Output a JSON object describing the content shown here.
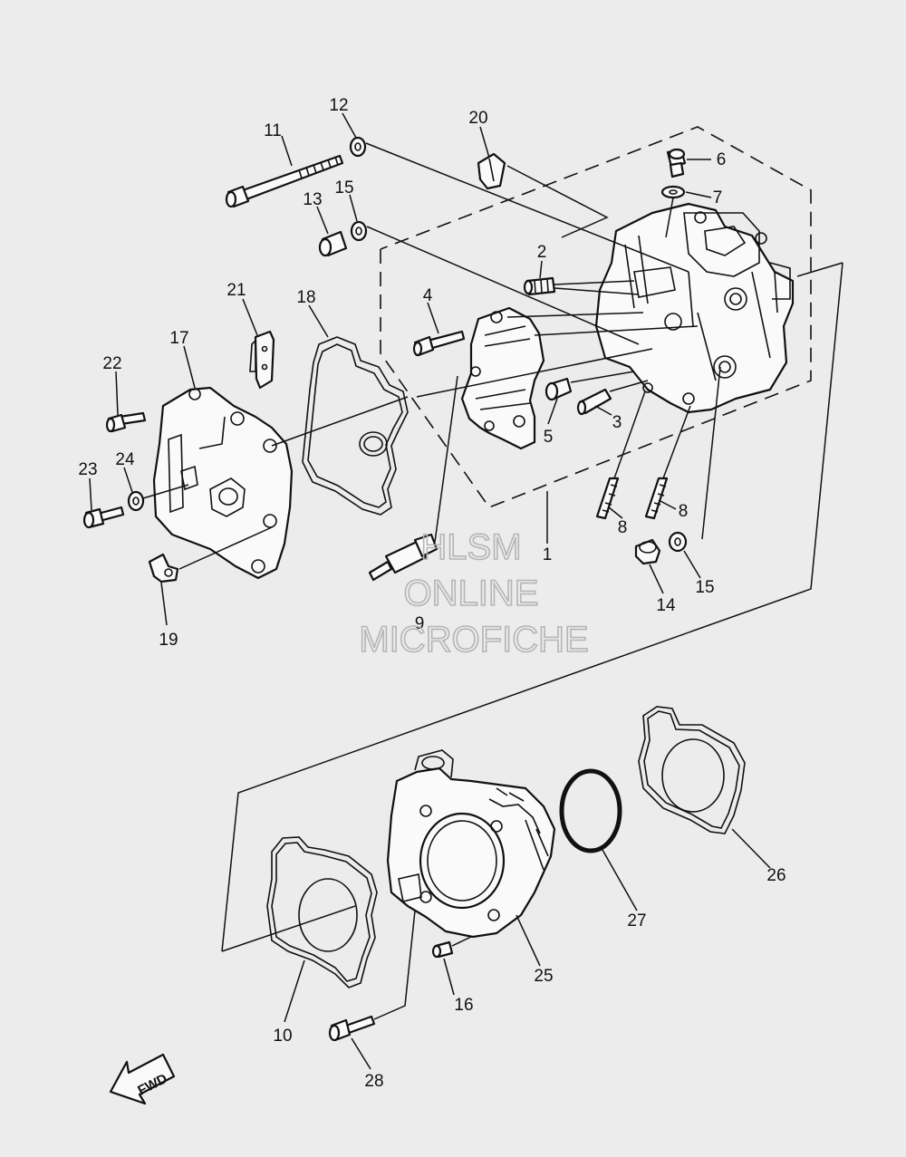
{
  "diagram": {
    "part_callouts": [
      "1",
      "2",
      "3",
      "4",
      "5",
      "6",
      "7",
      "8",
      "8",
      "9",
      "10",
      "11",
      "12",
      "13",
      "14",
      "15",
      "15",
      "16",
      "17",
      "18",
      "19",
      "20",
      "21",
      "22",
      "23",
      "24",
      "25",
      "26",
      "27",
      "28"
    ],
    "watermark": {
      "line1": "HLSM",
      "line2": "ONLINE",
      "line3": "MICROFICHE"
    },
    "direction_label": "FWD"
  }
}
